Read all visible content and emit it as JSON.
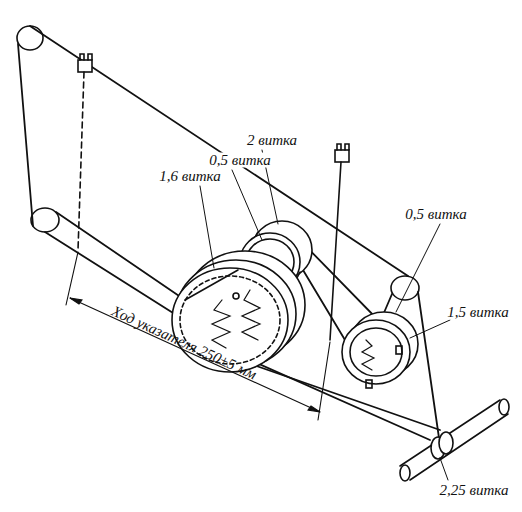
{
  "diagram": {
    "labels": [
      "2 витка",
      "0,5 витка",
      "1,6 витка",
      "0,5 витка",
      "1,5 витка",
      "Ход указателя 250±5 мм",
      "2,25 витка"
    ]
  }
}
